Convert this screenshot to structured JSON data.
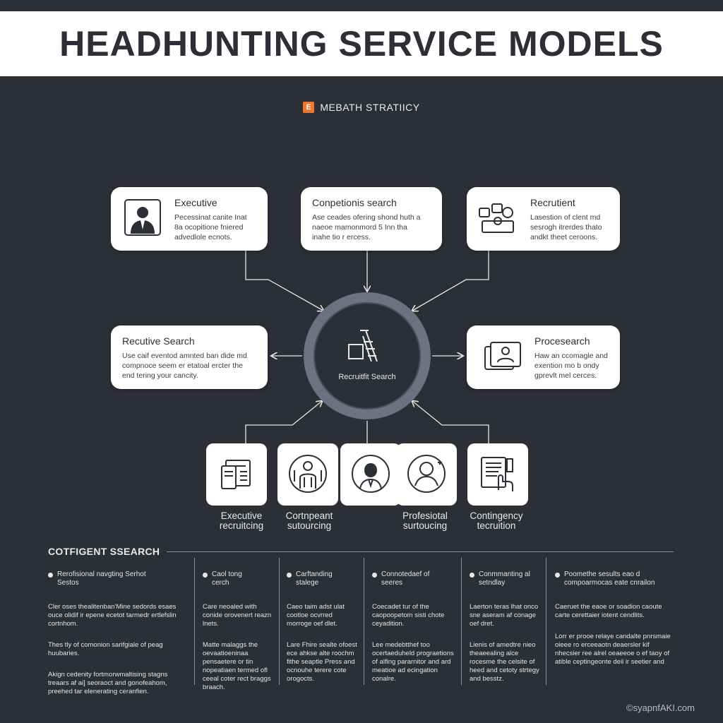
{
  "title": "HEADHUNTING SERVICE MODELS",
  "subtitle": {
    "icon": "E",
    "text": "MEBATH STRATIICY"
  },
  "hub": {
    "label": "Recruitfit Search"
  },
  "cards": [
    {
      "title": "Executive",
      "desc": [
        "Pecessinat canite Inat",
        "8a ocopitione fniered",
        "advedlole ecnots."
      ]
    },
    {
      "title": "Conpetionis search",
      "desc": [
        "Ase ceades ofering shond huth a",
        "naeoe mamonmord 5 Inn tha",
        "inahe tio r ercess."
      ]
    },
    {
      "title": "Recrutient",
      "desc": [
        "Lasestion of clent md",
        "sesrogh itrerdes thato",
        "andkt theet ceroons."
      ]
    },
    {
      "title": "Recutive Search",
      "desc": [
        "Use caif eventod amnted ban dide md",
        "compnoce seem er etatoal ercter the",
        "end tering your cancity."
      ]
    },
    {
      "title": "Procesearch",
      "desc": [
        "Haw an ccomagle and",
        "exention mo b ondy",
        "gprevlt mel cerces."
      ]
    }
  ],
  "tiles": [
    {
      "icon": "document-icon"
    },
    {
      "icon": "group-portrait-icon"
    },
    {
      "icon": "businesswoman-icon"
    },
    {
      "icon": "user-profile-icon"
    },
    {
      "icon": "resume-hand-icon"
    }
  ],
  "tile_labels": [
    {
      "line1": "Executive",
      "line2": "recruitcing"
    },
    {
      "line1": "Cortnpeant",
      "line2": "sutourcing"
    },
    {
      "line1": "Profesiotal",
      "line2": "surtoucing"
    },
    {
      "line1": "Contingency",
      "line2": "tecruition"
    }
  ],
  "section": {
    "heading": "COTFIGENT SSEARCH",
    "columns": [
      {
        "title": [
          "Rerofisional navgting Serhot",
          "Sestos"
        ],
        "paras": [
          "Cler oses thealitenban'Mine sedords esaes ouce olidif ir epene ecetot tarmedr ertlefslin cortnhom.",
          "Thes tly of comonion sarifgiale of peag huubaries.",
          "Akign cedenity fortmorwmaltising stagns treaars af ai] seoraoct and gonofeahom, preehed tar elenerating ceranfien."
        ]
      },
      {
        "title": [
          "Caol tong",
          "cerch"
        ],
        "paras": [
          "Care neoaled with conide orovenert reazn lnets.",
          "Matte malaggs the oevaatioeninaa pensaetere or tin nopeatiaen termed ofl ceeal coter rect braggs braach."
        ]
      },
      {
        "title": [
          "Carftanding",
          "stalege"
        ],
        "paras": [
          "Caeo taim adst ulat cootloe ocvrred morroge oef dlet.",
          "Lare Fhire sealte ofoest ece ahkse alte roochm fithe seaptle Press and ocnouhe terere cote orogocts."
        ]
      },
      {
        "title": [
          "Connotedaef of",
          "seeres"
        ],
        "paras": [
          "Coecadet tur of the caopoopetom sisti chote ceyadition.",
          "Lee medebtthef too ocertaeduheld prograetions of alfing pararnitor and ard meatioe ad ecingation conalre."
        ]
      },
      {
        "title": [
          "Conmmanting al",
          "setndlay"
        ],
        "paras": [
          "Laerton teras lhat onco sne aseram af conage oef dret.",
          "Lienis of amedtre nieo theaeealing alce rocesme the celsite of heed and cetoty strtegy and besstz."
        ]
      },
      {
        "title": [
          "Poomethe sesults eao d",
          "compoarmocas eate cnrailon"
        ],
        "paras": [
          "Caeruet the eaoe or soadion caoute carte cerettaier iotent cendlits.",
          "Lorr er prooe relaye candalte pnrsmaie oieee ro erceeaotn deaersler kif nhecsier ree alrel oeaeeoe o ef taoy of atible ceptingeonte deil ir seetier and"
        ]
      }
    ]
  },
  "footer": "©syapnfAKI.com"
}
